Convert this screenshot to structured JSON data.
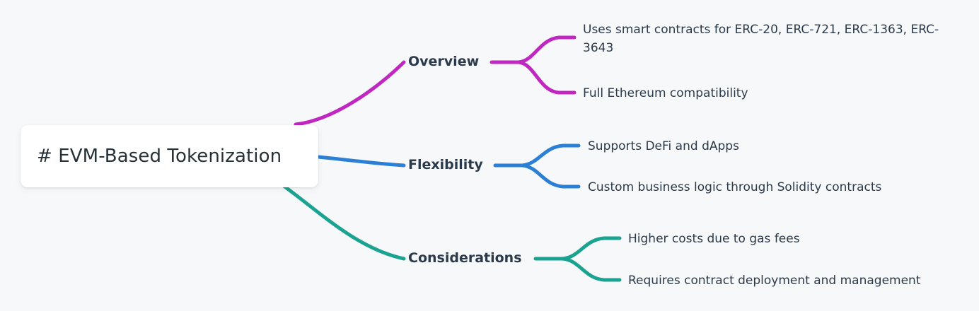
{
  "diagram": {
    "type": "mindmap",
    "background_color": "#f7f8fa",
    "root": {
      "label": "# EVM-Based Tokenization",
      "text_color": "#263238",
      "fill_color": "#ffffff"
    },
    "branches": [
      {
        "label": "Overview",
        "color": "#c026c0",
        "leaves": [
          {
            "label": "Uses smart contracts for ERC-20, ERC-721, ERC-1363, ERC-3643"
          },
          {
            "label": "Full Ethereum compatibility"
          }
        ]
      },
      {
        "label": "Flexibility",
        "color": "#2b7fd4",
        "leaves": [
          {
            "label": "Supports DeFi and dApps"
          },
          {
            "label": "Custom business logic through Solidity contracts"
          }
        ]
      },
      {
        "label": "Considerations",
        "color": "#1ba391",
        "leaves": [
          {
            "label": "Higher costs due to gas fees"
          },
          {
            "label": "Requires contract deployment and management"
          }
        ]
      }
    ]
  }
}
